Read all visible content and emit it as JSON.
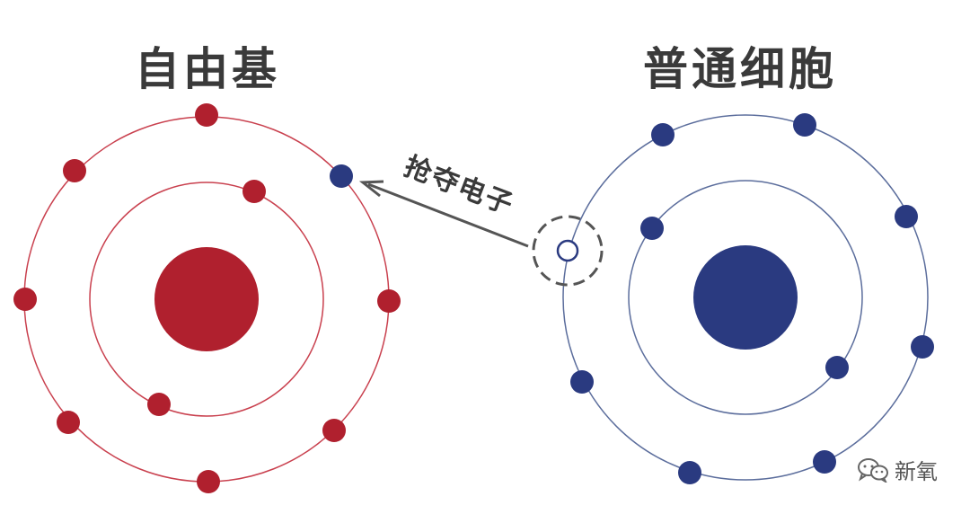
{
  "titles": {
    "left": "自由基",
    "right": "普通细胞"
  },
  "arrow_label": "抢夺电子",
  "watermark": {
    "text": "新氧",
    "icon": "wechat-icon"
  },
  "colors": {
    "free_radical": "#b0202e",
    "free_radical_orbit": "#c9404e",
    "normal_cell": "#2a3a80",
    "normal_cell_orbit": "#5b6d9c",
    "text": "#3a3a3a",
    "arrow": "#555555"
  }
}
